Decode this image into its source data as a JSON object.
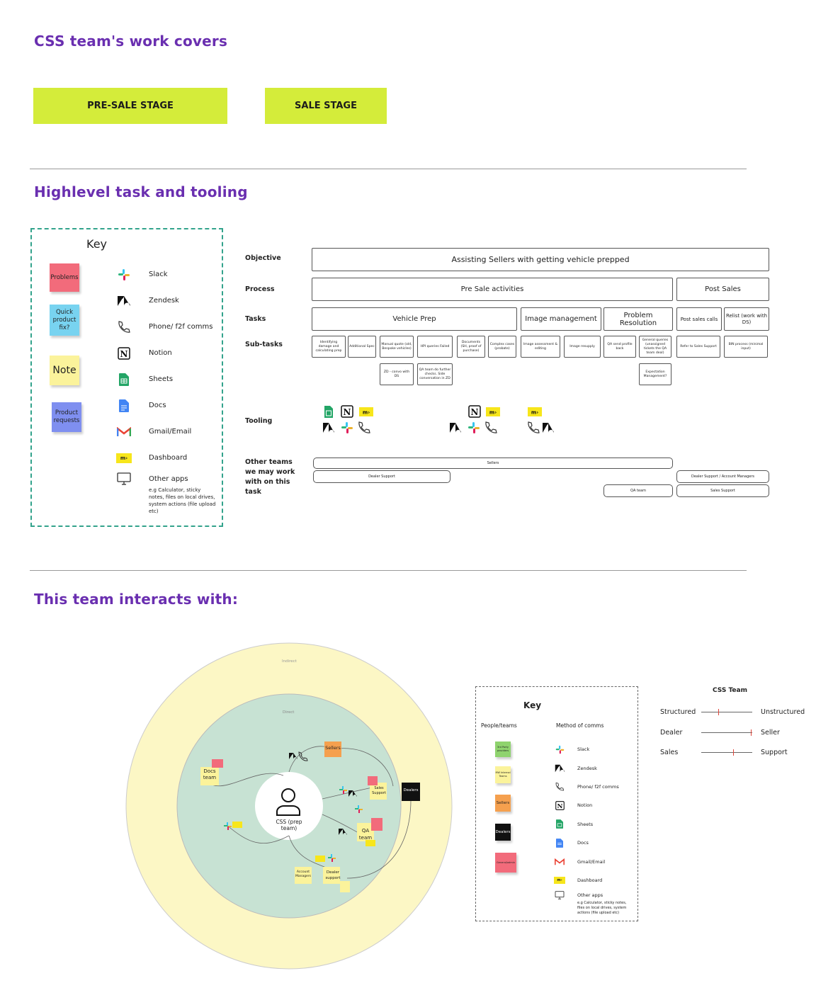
{
  "section1": {
    "title": "CSS team's work covers",
    "stages": [
      "PRE-SALE STAGE",
      "SALE STAGE"
    ]
  },
  "section2": {
    "title": "Highlevel task and tooling",
    "key": {
      "title": "Key",
      "stickies": [
        {
          "label": "Problems",
          "color": "#f26b7b"
        },
        {
          "label": "Quick product fix?",
          "color": "#78d3f0"
        },
        {
          "label": "Note",
          "color": "#fbf39b"
        },
        {
          "label": "Product requests",
          "color": "#7f8ff0"
        }
      ],
      "tools": [
        {
          "icon": "slack-icon",
          "label": "Slack"
        },
        {
          "icon": "zendesk-icon",
          "label": "Zendesk"
        },
        {
          "icon": "phone-icon",
          "label": "Phone/ f2f comms"
        },
        {
          "icon": "notion-icon",
          "label": "Notion"
        },
        {
          "icon": "sheets-icon",
          "label": "Sheets"
        },
        {
          "icon": "docs-icon",
          "label": "Docs"
        },
        {
          "icon": "gmail-icon",
          "label": "Gmail/Email"
        },
        {
          "icon": "dashboard-icon",
          "label": "Dashboard"
        },
        {
          "icon": "monitor-icon",
          "label": "Other apps",
          "note": "e.g Calculator, sticky notes, files on local drives, system actions (file upload etc)"
        }
      ]
    },
    "rows": {
      "objective": "Objective",
      "process": "Process",
      "tasks": "Tasks",
      "subtasks": "Sub-tasks",
      "tooling": "Tooling",
      "other_teams": "Other teams we may work with on this task"
    },
    "objective": "Assisting Sellers with getting vehicle prepped",
    "process": [
      "Pre Sale activities",
      "Post Sales"
    ],
    "tasks": [
      "Vehicle Prep",
      "Image management",
      "Problem Resolution",
      "Post sales calls",
      "Relist (work with DS)"
    ],
    "subtasks": [
      "Identifying damage and calculating prep",
      "Additional Spec",
      "Manual quote (old, Bespoke vehicles)",
      "HPI queries Failed",
      "Documents (SH, proof of purchase)",
      "Complex cases (probate)",
      "Image assessment & editing",
      "Image resupply",
      "QA send profile back",
      "General queries (unassigned tickets the QA team deal)",
      "Refer to Sales Support",
      "BIN process (minimal input)",
      "ZD - convo with DS",
      "QA team do further checks. Side conversation in ZD",
      "Expectation Management?"
    ],
    "dashboard_glyph": "m›",
    "other_teams": [
      "Sellers",
      "Dealer Support",
      "Dealer Support / Account Managers",
      "QA team",
      "Sales Support"
    ]
  },
  "section3": {
    "title": "This team interacts with:",
    "rings": {
      "outer": "Indirect",
      "inner": "Direct"
    },
    "center": "CSS (prep team)",
    "nodes": [
      "Sellers",
      "Docs team",
      "Sales Support",
      "Dealers",
      "QA team",
      "Account Managers",
      "Dealer support"
    ],
    "key": {
      "title": "Key",
      "col1": "People/teams",
      "col2": "Method of comms",
      "people": [
        {
          "label": "3rd Party providers",
          "color": "#8fd36e"
        },
        {
          "label": "MW Internal Teams",
          "color": "#fbf39b"
        },
        {
          "label": "Sellers",
          "color": "#f5a04e"
        },
        {
          "label": "Dealers",
          "color": "#111111"
        },
        {
          "label": "General/admin",
          "color": "#f26b7b"
        }
      ],
      "comms": [
        {
          "icon": "slack-icon",
          "label": "Slack"
        },
        {
          "icon": "zendesk-icon",
          "label": "Zendesk"
        },
        {
          "icon": "phone-icon",
          "label": "Phone/ f2f comms"
        },
        {
          "icon": "notion-icon",
          "label": "Notion"
        },
        {
          "icon": "sheets-icon",
          "label": "Sheets"
        },
        {
          "icon": "docs-icon",
          "label": "Docs"
        },
        {
          "icon": "gmail-icon",
          "label": "Gmail/Email"
        },
        {
          "icon": "dashboard-icon",
          "label": "Dashboard"
        },
        {
          "icon": "monitor-icon",
          "label": "Other apps",
          "note": "e.g Calculator, sticky notes, files on local drives, system actions (file upload etc)"
        }
      ]
    },
    "scales": {
      "title": "CSS Team",
      "items": [
        {
          "left": "Structured",
          "right": "Unstructured",
          "value": 0.33
        },
        {
          "left": "Dealer",
          "right": "Seller",
          "value": 0.97
        },
        {
          "left": "Sales",
          "right": "Support",
          "value": 0.62
        }
      ]
    }
  }
}
